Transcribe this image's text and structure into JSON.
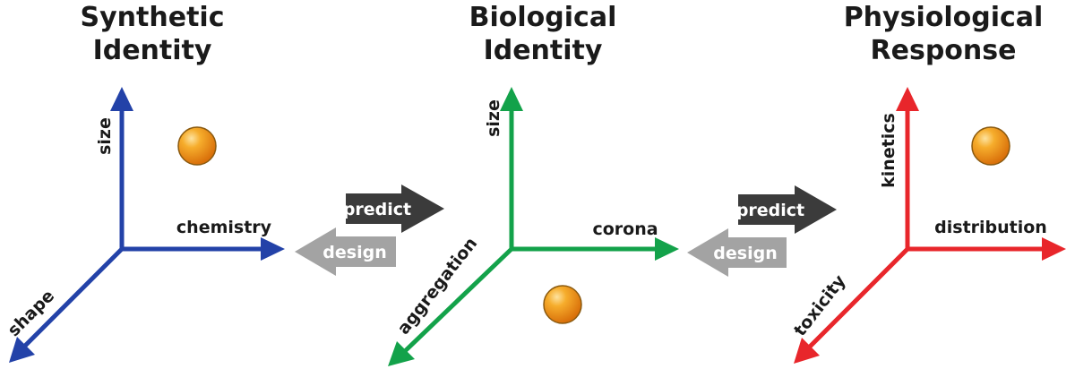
{
  "panels": [
    {
      "title": [
        "Synthetic",
        "Identity"
      ],
      "color": "#2342a8",
      "axes": {
        "vertical": "size",
        "horizontal": "chemistry",
        "diagonal": "shape"
      }
    },
    {
      "title": [
        "Biological",
        "Identity"
      ],
      "color": "#13a24a",
      "axes": {
        "vertical": "size",
        "horizontal": "corona",
        "diagonal": "aggregation"
      }
    },
    {
      "title": [
        "Physiological",
        "Response"
      ],
      "color": "#e8262b",
      "axes": {
        "vertical": "kinetics",
        "horizontal": "distribution",
        "diagonal": "toxicity"
      }
    }
  ],
  "transitions": [
    {
      "forward": "predict",
      "backward": "design"
    },
    {
      "forward": "predict",
      "backward": "design"
    }
  ],
  "colors": {
    "sphere": "#f39a1c",
    "predict_arrow": "#3b3b3b",
    "design_arrow": "#a3a3a3"
  }
}
